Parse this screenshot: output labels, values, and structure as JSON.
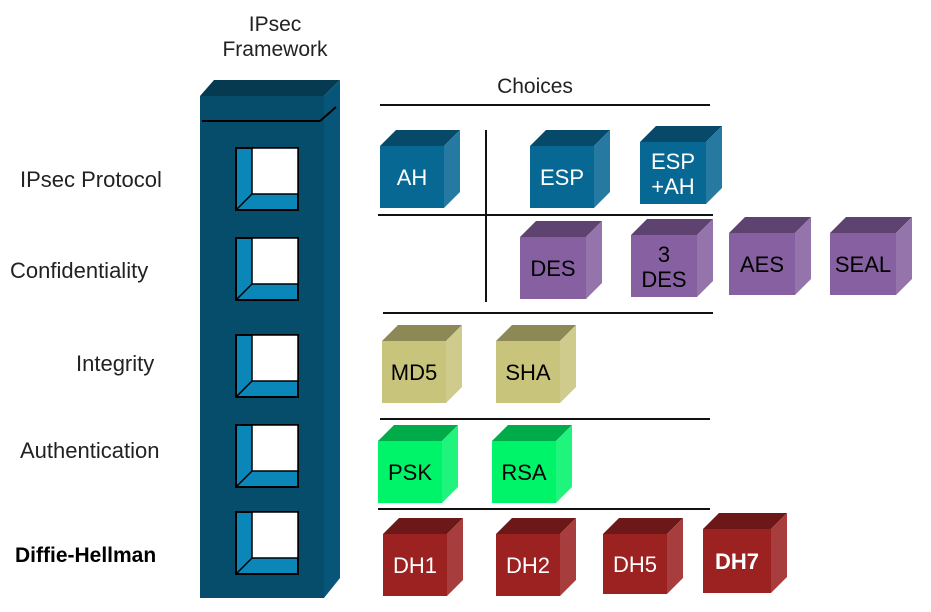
{
  "framework": {
    "title_line1": "IPsec",
    "title_line2": "Framework"
  },
  "choices_title": "Choices",
  "rows": [
    {
      "label": "IPsec Protocol"
    },
    {
      "label": "Confidentiality"
    },
    {
      "label": "Integrity"
    },
    {
      "label": "Authentication"
    },
    {
      "label": "Diffie-Hellman"
    }
  ],
  "choices": {
    "protocol": [
      {
        "label": "AH"
      },
      {
        "label": "ESP"
      },
      {
        "label": "ESP\n+AH"
      }
    ],
    "confidentiality": [
      {
        "label": "DES"
      },
      {
        "label": "3\nDES"
      },
      {
        "label": "AES"
      },
      {
        "label": "SEAL"
      }
    ],
    "integrity": [
      {
        "label": "MD5"
      },
      {
        "label": "SHA"
      }
    ],
    "authentication": [
      {
        "label": "PSK"
      },
      {
        "label": "RSA"
      }
    ],
    "diffie_hellman": [
      {
        "label": "DH1"
      },
      {
        "label": "DH2"
      },
      {
        "label": "DH5"
      },
      {
        "label": "DH7"
      }
    ]
  },
  "colors": {
    "framework_front": "#064d6b",
    "framework_top": "#053a50",
    "framework_side": "#07567a",
    "slot_accent": "#0a86b8",
    "protocol": "#086894",
    "confidentiality": "#8660a0",
    "integrity": "#c8c47c",
    "authentication": "#00f46a",
    "diffie_hellman": "#9c2222"
  }
}
